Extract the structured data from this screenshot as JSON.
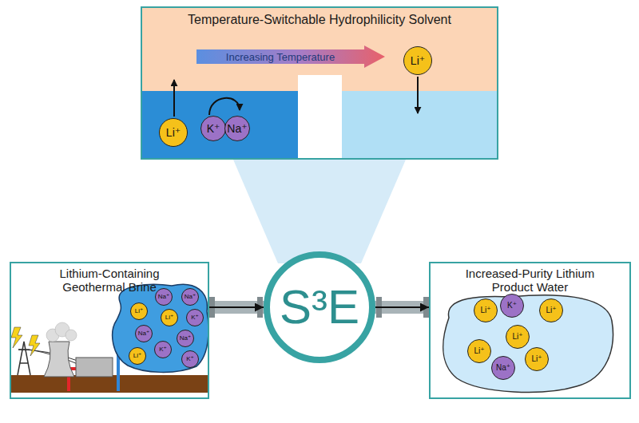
{
  "diagram": {
    "nodes": [
      {
        "text": [
          "Temperature-Switchable Hydrophilicity Solvent"
        ]
      },
      {
        "text": [
          "Increasing Temperature"
        ],
        "in": 0
      },
      {
        "text": [
          "Li⁺"
        ],
        "in": 0
      },
      {
        "text": [
          "K⁺"
        ],
        "in": 0
      },
      {
        "text": [
          "Na⁺"
        ],
        "in": 0
      },
      {
        "text": [
          "Li⁺"
        ],
        "in": 0
      },
      {
        "text": [
          "Lithium-Containing Geothermal Brine"
        ]
      },
      {
        "text": [
          "Na⁺"
        ],
        "in": 6
      },
      {
        "text": [
          "Na⁺"
        ],
        "in": 6
      },
      {
        "text": [
          "Li⁺"
        ],
        "in": 6
      },
      {
        "text": [
          "Li⁺"
        ],
        "in": 6
      },
      {
        "text": [
          "K⁺"
        ],
        "in": 6
      },
      {
        "text": [
          "Na⁺"
        ],
        "in": 6
      },
      {
        "text": [
          "Na⁺"
        ],
        "in": 6
      },
      {
        "text": [
          "K⁺"
        ],
        "in": 6
      },
      {
        "text": [
          "Li⁺"
        ],
        "in": 6
      },
      {
        "text": [
          "K⁺"
        ],
        "in": 6
      },
      {
        "text": [
          "S³E"
        ]
      },
      {
        "text": [
          "Increased-Purity Lithium Product Water"
        ]
      },
      {
        "text": [
          "Li⁺"
        ],
        "in": 18
      },
      {
        "text": [
          "K⁺"
        ],
        "in": 18
      },
      {
        "text": [
          "Li⁺"
        ],
        "in": 18
      },
      {
        "text": [
          "Li⁺"
        ],
        "in": 18
      },
      {
        "text": [
          "Li⁺"
        ],
        "in": 18
      },
      {
        "text": [
          "Li⁺"
        ],
        "in": 18
      },
      {
        "text": [
          "Na⁺"
        ],
        "in": 18
      }
    ],
    "edges": [
      {
        "from": 6,
        "to": 17,
        "arrow": "to"
      },
      {
        "from": 17,
        "to": 18,
        "arrow": "to"
      }
    ]
  }
}
